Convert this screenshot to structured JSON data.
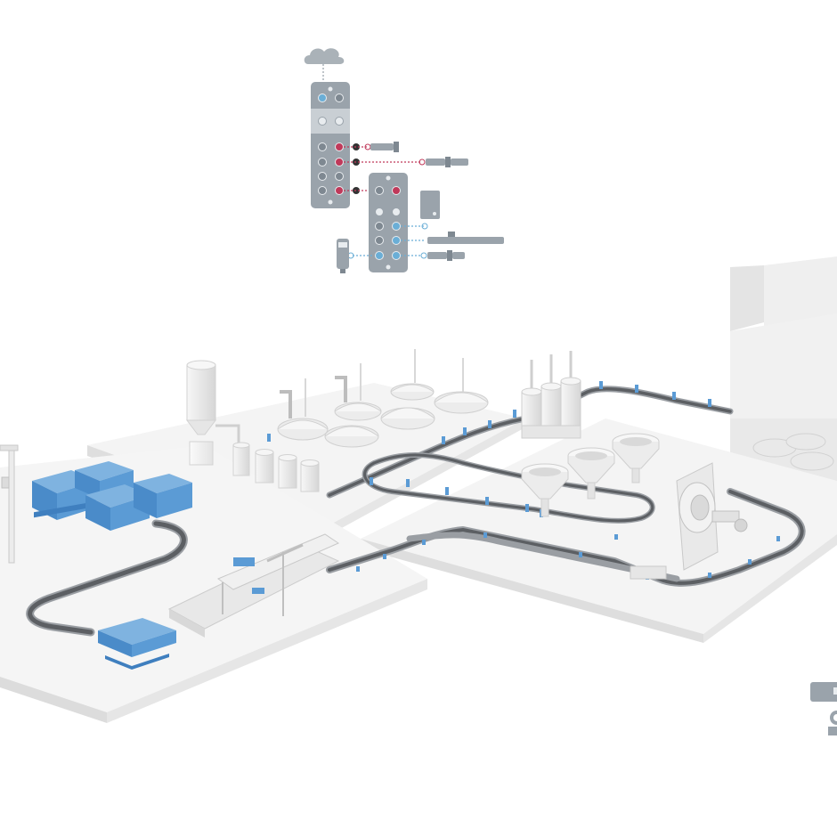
{
  "colors": {
    "background": "#ffffff",
    "platform_top": "#f3f3f3",
    "platform_side": "#e2e2e2",
    "platform_edge": "#d4d4d4",
    "machine": "#eeeeee",
    "machine_shade": "#d9d9d9",
    "conveyor": "#5c5f63",
    "conveyor_rim": "#9a9ea3",
    "product_blue": "#5b9bd5",
    "product_blue_dark": "#3f7fbf",
    "module_body": "#9aa3ab",
    "module_dark": "#7e8891",
    "cable_red": "#c0395a",
    "cable_blue": "#6aaed6",
    "cloud": "#aab2b8"
  },
  "scene": {
    "description_icons": [
      "cloud-icon",
      "io-link-master-module",
      "io-link-hub-module",
      "sensor-icon",
      "pallet-stack",
      "funnel-hopper",
      "tank",
      "conveyor-belt",
      "robot-arm",
      "gantry-machine"
    ]
  }
}
